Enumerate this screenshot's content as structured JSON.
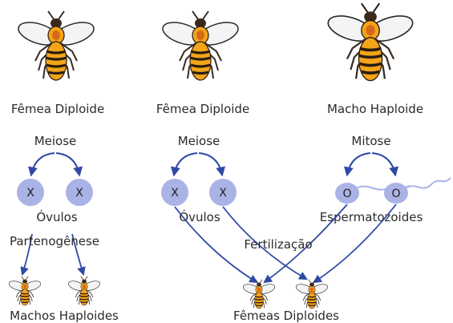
{
  "columns": [
    {
      "title": "Fêmea Diploide",
      "process": "Meiose",
      "cells": [
        "X",
        "X"
      ],
      "cells_label": "Óvulos"
    },
    {
      "title": "Fêmea Diploide",
      "process": "Meiose",
      "cells": [
        "X",
        "X"
      ],
      "cells_label": "Óvulos"
    },
    {
      "title": "Macho Haploide",
      "process": "Mitose",
      "cells": [
        "O",
        "O"
      ],
      "cells_label": "Espermatozoides"
    }
  ],
  "parthenogenesis_label": "Partenogênese",
  "fertilization_label": "Fertilização",
  "results": {
    "left": "Machos Haploides",
    "right": "Fêmeas Diploides"
  },
  "colors": {
    "arrow": "#2f49a6",
    "cell": "#a9b3e6",
    "bee_body": "#f3a418",
    "bee_stripe": "#2a1d12",
    "wing": "#f2f2f2"
  }
}
